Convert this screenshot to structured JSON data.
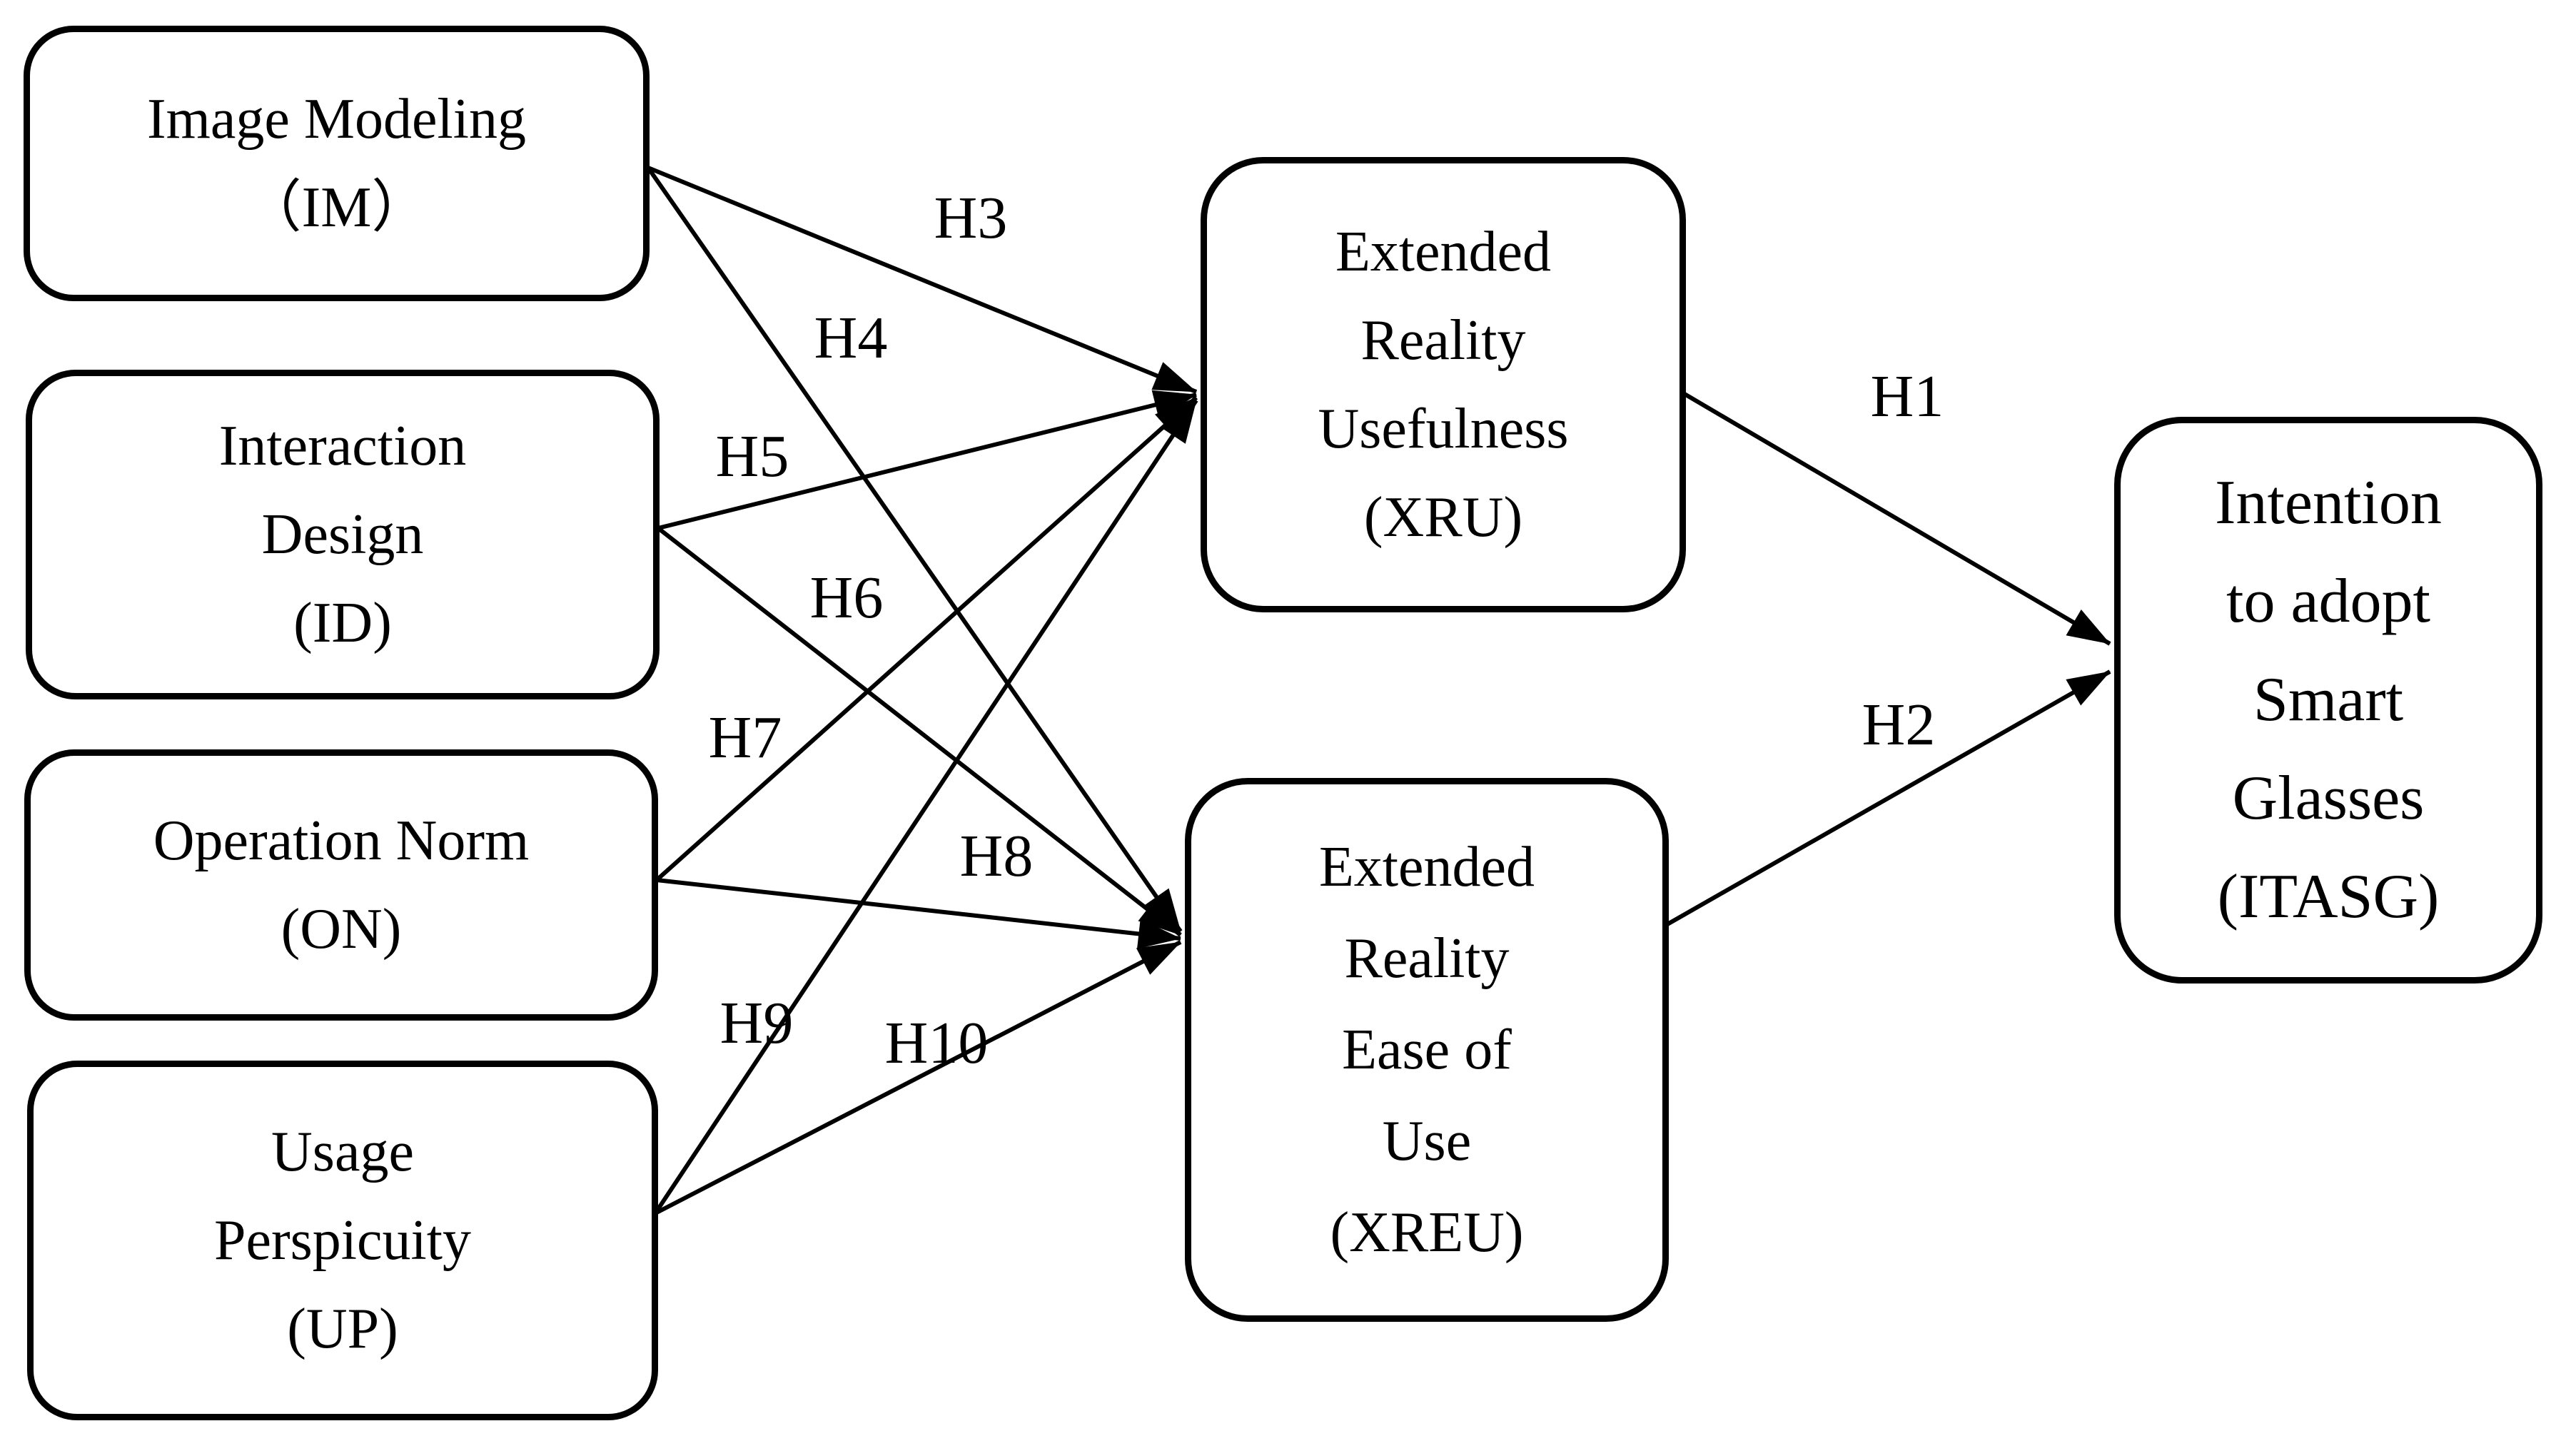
{
  "diagram": {
    "background_color": "#ffffff",
    "line_color": "#000000",
    "text_color": "#000000"
  },
  "nodes": {
    "im": {
      "lines": [
        "Image Modeling",
        "（IM）"
      ]
    },
    "id": {
      "lines": [
        "Interaction",
        "Design",
        "(ID)"
      ]
    },
    "on": {
      "lines": [
        "Operation Norm",
        "(ON)"
      ]
    },
    "up": {
      "lines": [
        "Usage",
        "Perspicuity",
        "(UP)"
      ]
    },
    "xru": {
      "lines": [
        "Extended",
        "Reality",
        "Usefulness",
        "(XRU)"
      ]
    },
    "xreu": {
      "lines": [
        "Extended",
        "Reality",
        "Ease of",
        "Use",
        "(XREU)"
      ]
    },
    "itasg": {
      "lines": [
        "Intention",
        "to adopt",
        "Smart",
        "Glasses",
        "(ITASG)"
      ]
    }
  },
  "edges": {
    "h1": {
      "label": "H1",
      "from": "XRU",
      "to": "ITASG"
    },
    "h2": {
      "label": "H2",
      "from": "XREU",
      "to": "ITASG"
    },
    "h3": {
      "label": "H3",
      "from": "IM",
      "to": "XRU"
    },
    "h4": {
      "label": "H4",
      "from": "IM",
      "to": "XREU"
    },
    "h5": {
      "label": "H5",
      "from": "ID",
      "to": "XRU"
    },
    "h6": {
      "label": "H6",
      "from": "ID",
      "to": "XREU"
    },
    "h7": {
      "label": "H7",
      "from": "ON",
      "to": "XRU"
    },
    "h8": {
      "label": "H8",
      "from": "ON",
      "to": "XREU"
    },
    "h9": {
      "label": "H9",
      "from": "UP",
      "to": "XRU"
    },
    "h10": {
      "label": "H10",
      "from": "UP",
      "to": "XREU"
    }
  }
}
